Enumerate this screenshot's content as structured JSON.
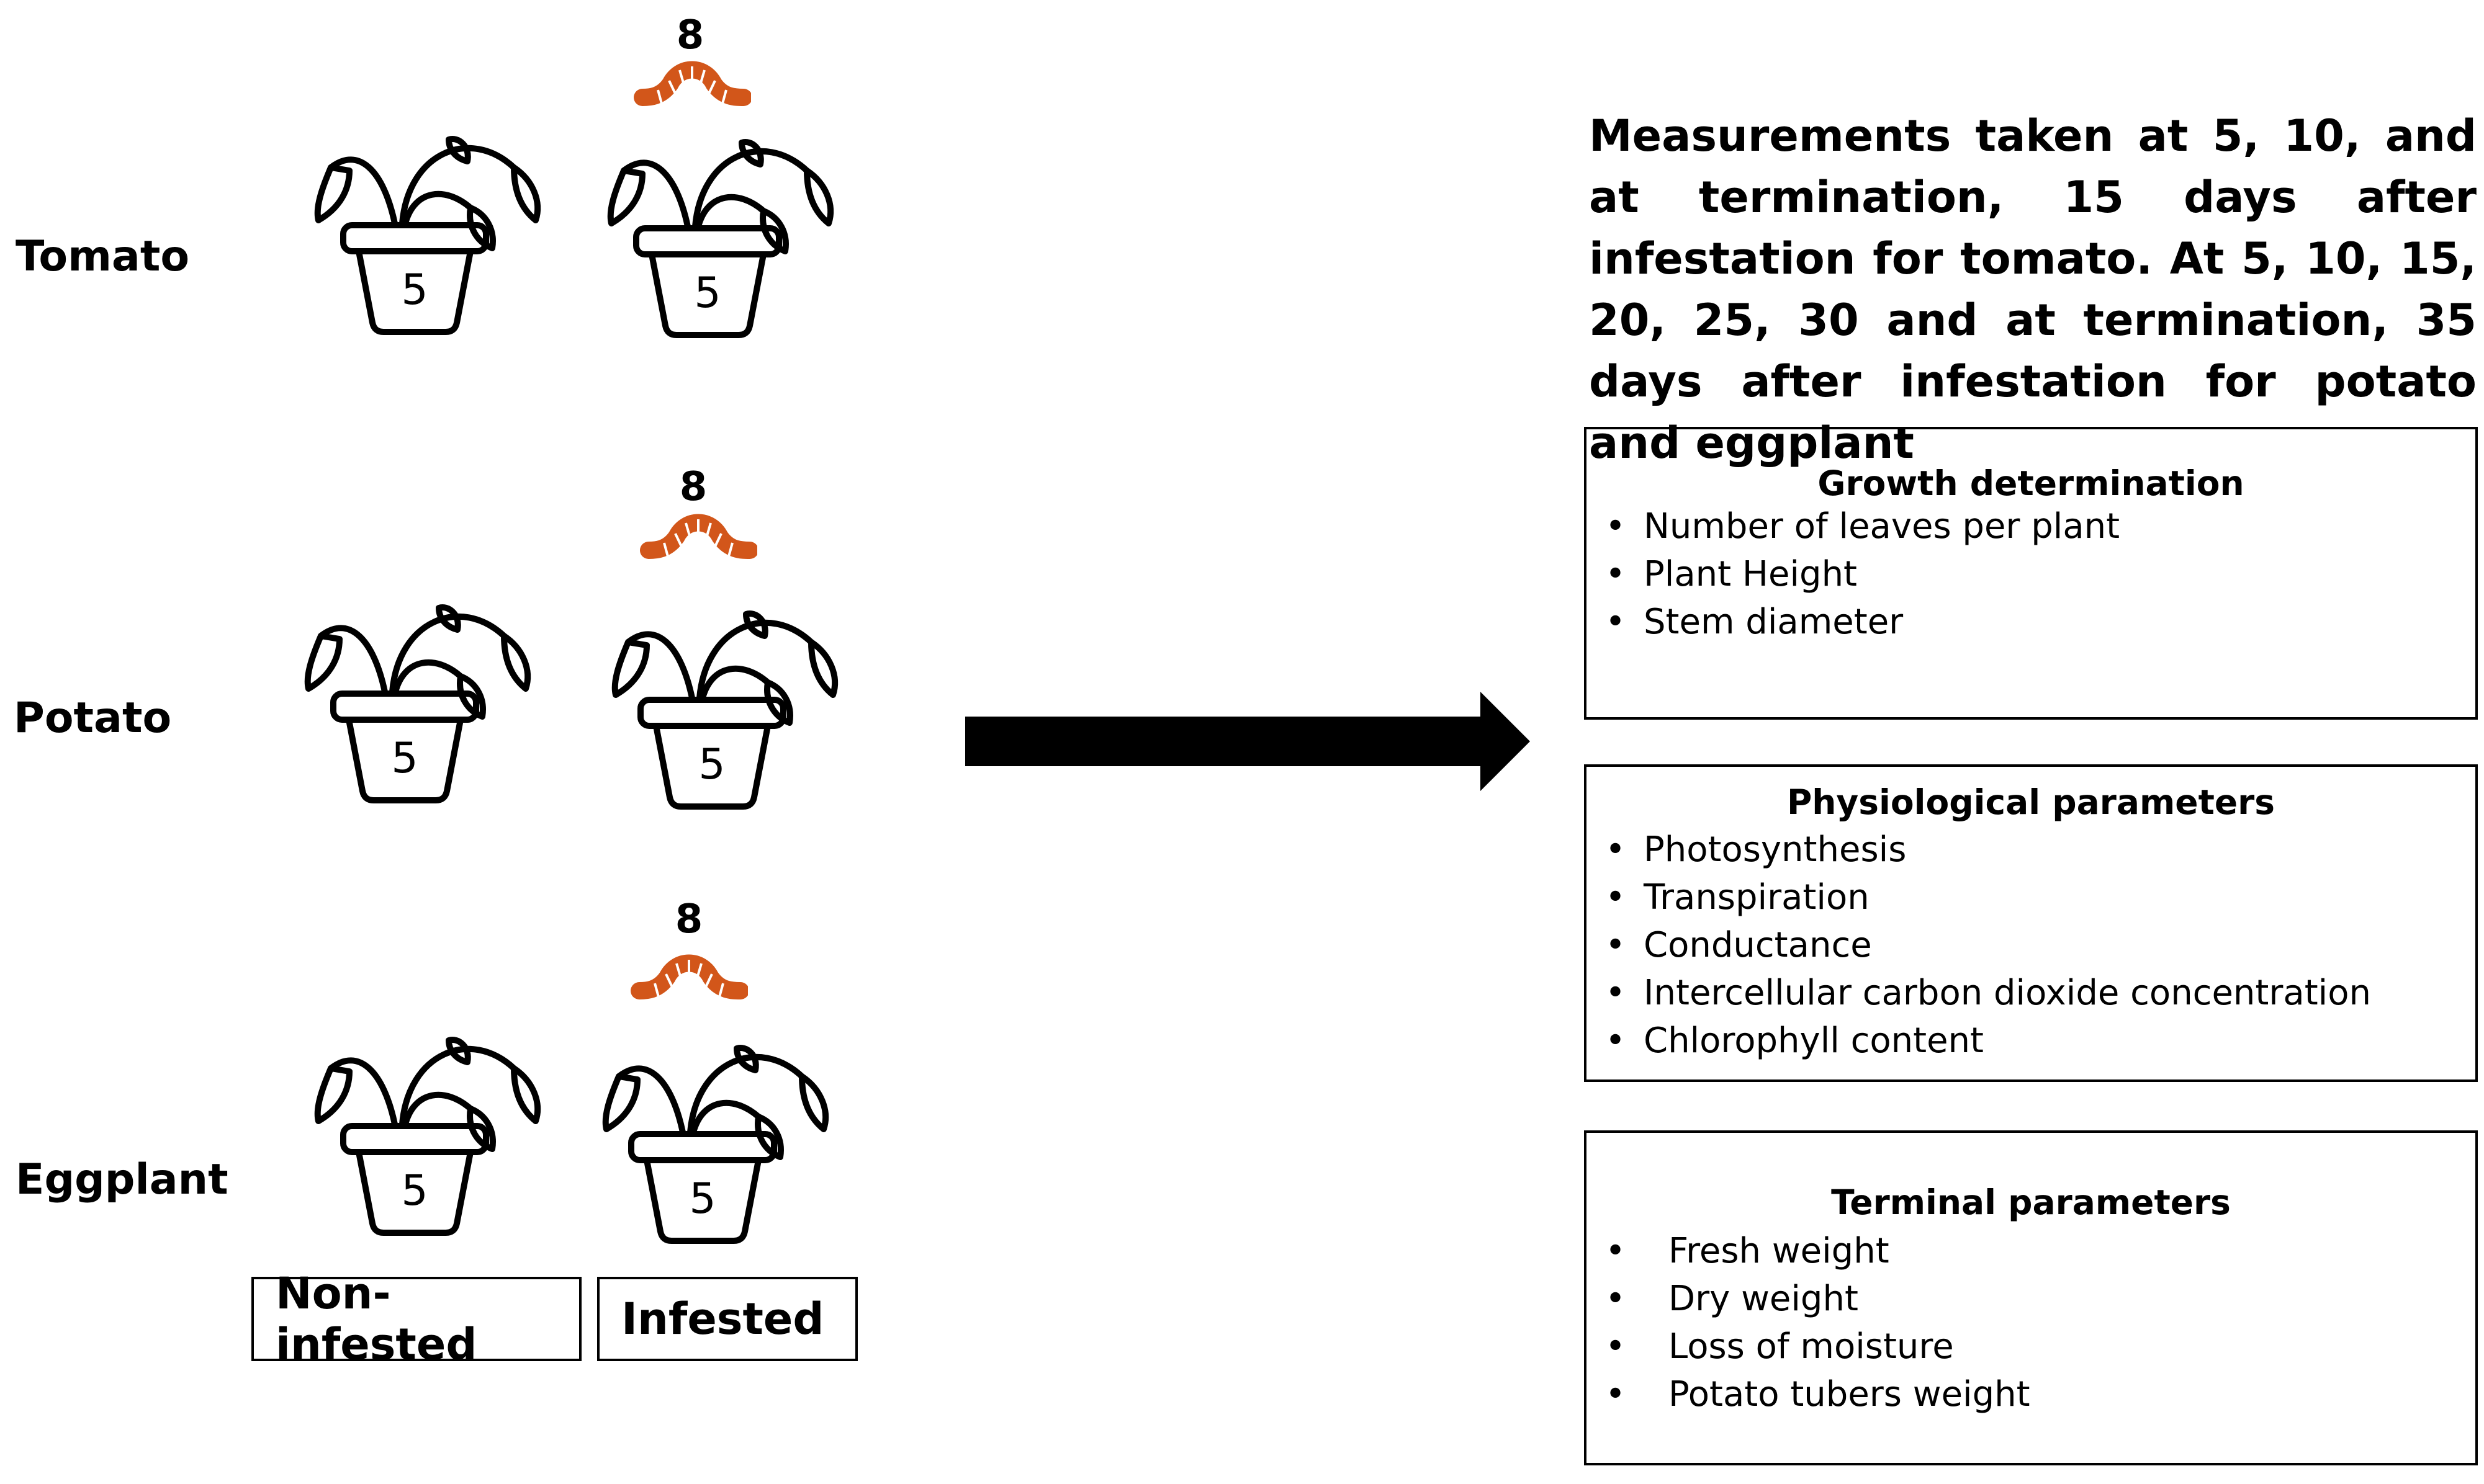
{
  "crops": [
    {
      "name": "Tomato",
      "noninfested_count": "5",
      "infested_count": "5",
      "larvae_count": "8"
    },
    {
      "name": "Potato",
      "noninfested_count": "5",
      "infested_count": "5",
      "larvae_count": "8"
    },
    {
      "name": "Eggplant",
      "noninfested_count": "5",
      "infested_count": "5",
      "larvae_count": "8"
    }
  ],
  "legend": {
    "non_infested": "Non-infested",
    "infested": "Infested"
  },
  "measurements_text": "Measurements taken at 5, 10, and at termination, 15 days after infestation for tomato. At 5, 10, 15, 20, 25, 30 and at termination, 35 days after infestation for potato and eggplant",
  "panels": [
    {
      "title": "Growth determination",
      "items": [
        "Number of leaves per plant",
        "Plant Height",
        "Stem diameter"
      ]
    },
    {
      "title": "Physiological parameters",
      "items": [
        "Photosynthesis",
        "Transpiration",
        "Conductance",
        "Intercellular carbon dioxide concentration",
        "Chlorophyll content"
      ]
    },
    {
      "title": "Terminal parameters",
      "items": [
        "Fresh weight",
        "Dry weight",
        "Loss of moisture",
        "Potato tubers weight"
      ]
    }
  ],
  "colors": {
    "larva": "#d2561a",
    "ink": "#000000"
  },
  "icons": {
    "plant": "potted-plant-icon",
    "larva": "larva-icon",
    "arrow": "right-arrow-icon"
  }
}
